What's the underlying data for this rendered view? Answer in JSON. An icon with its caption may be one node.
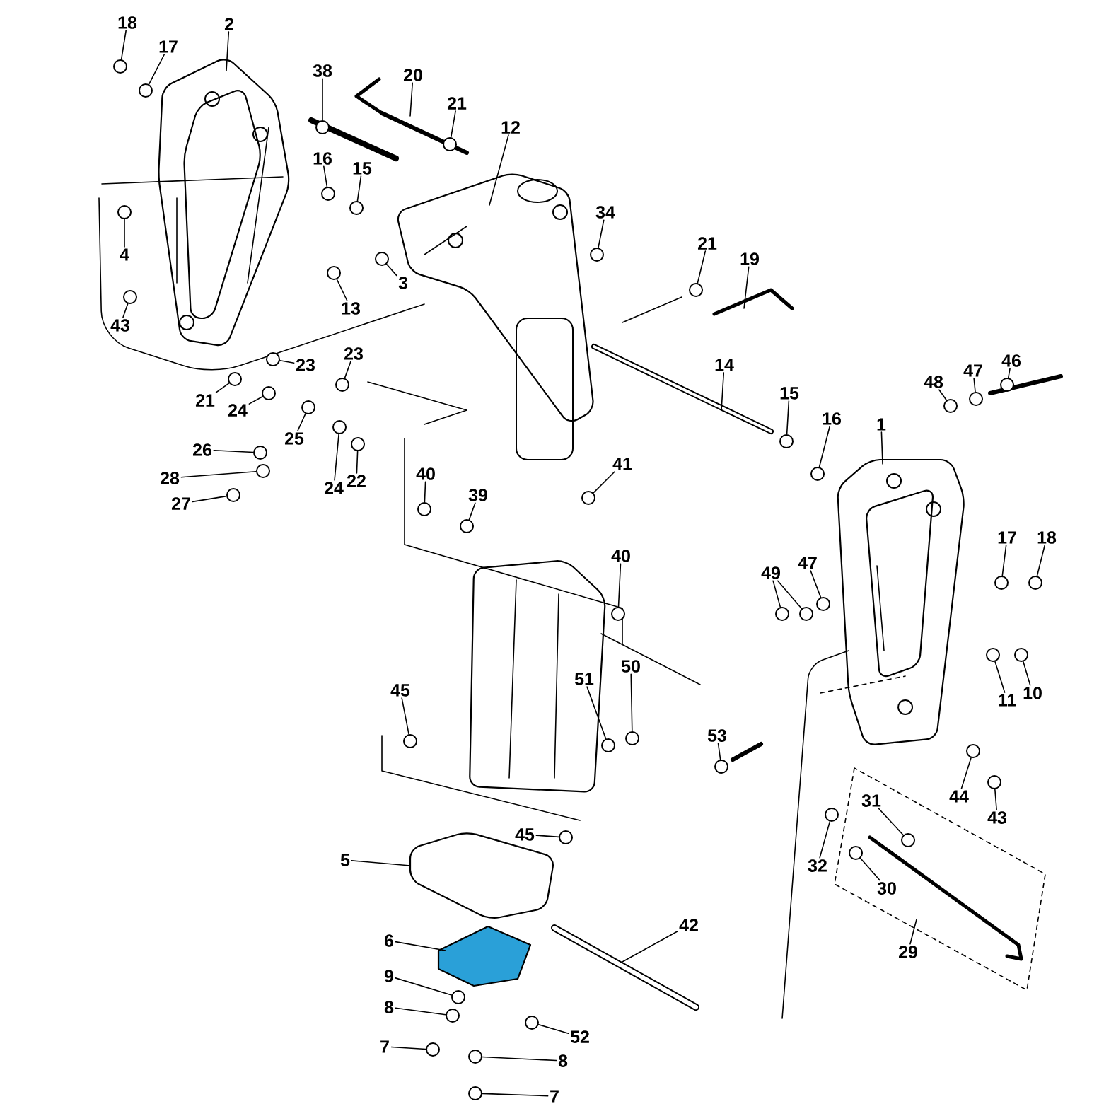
{
  "diagram": {
    "nodes": [
      {
        "text": [
          "18"
        ]
      },
      {
        "text": [
          "17"
        ]
      },
      {
        "text": [
          "2"
        ]
      },
      {
        "text": [
          "38"
        ]
      },
      {
        "text": [
          "20"
        ]
      },
      {
        "text": [
          "21"
        ]
      },
      {
        "text": [
          "12"
        ]
      },
      {
        "text": [
          "16"
        ]
      },
      {
        "text": [
          "15"
        ]
      },
      {
        "text": [
          "4"
        ]
      },
      {
        "text": [
          "43"
        ]
      },
      {
        "text": [
          "13"
        ]
      },
      {
        "text": [
          "3"
        ]
      },
      {
        "text": [
          "34"
        ]
      },
      {
        "text": [
          "21"
        ]
      },
      {
        "text": [
          "19"
        ]
      },
      {
        "text": [
          "23"
        ]
      },
      {
        "text": [
          "23"
        ]
      },
      {
        "text": [
          "21"
        ]
      },
      {
        "text": [
          "24"
        ]
      },
      {
        "text": [
          "25"
        ]
      },
      {
        "text": [
          "26"
        ]
      },
      {
        "text": [
          "28"
        ]
      },
      {
        "text": [
          "27"
        ]
      },
      {
        "text": [
          "24"
        ]
      },
      {
        "text": [
          "22"
        ]
      },
      {
        "text": [
          "14"
        ]
      },
      {
        "text": [
          "15"
        ]
      },
      {
        "text": [
          "16"
        ]
      },
      {
        "text": [
          "1"
        ]
      },
      {
        "text": [
          "48"
        ]
      },
      {
        "text": [
          "47"
        ]
      },
      {
        "text": [
          "46"
        ]
      },
      {
        "text": [
          "41"
        ]
      },
      {
        "text": [
          "40"
        ]
      },
      {
        "text": [
          "39"
        ]
      },
      {
        "text": [
          "40"
        ]
      },
      {
        "text": [
          "49"
        ]
      },
      {
        "text": [
          "47"
        ]
      },
      {
        "text": [
          "17"
        ]
      },
      {
        "text": [
          "18"
        ]
      },
      {
        "text": [
          "45"
        ]
      },
      {
        "text": [
          "51"
        ]
      },
      {
        "text": [
          "50"
        ]
      },
      {
        "text": [
          "53"
        ]
      },
      {
        "text": [
          "11"
        ]
      },
      {
        "text": [
          "10"
        ]
      },
      {
        "text": [
          "31"
        ]
      },
      {
        "text": [
          "44"
        ]
      },
      {
        "text": [
          "43"
        ]
      },
      {
        "text": [
          "32"
        ]
      },
      {
        "text": [
          "30"
        ]
      },
      {
        "text": [
          "29"
        ]
      },
      {
        "text": [
          "5"
        ]
      },
      {
        "text": [
          "45"
        ]
      },
      {
        "text": [
          "42"
        ]
      },
      {
        "text": [
          "6"
        ]
      },
      {
        "text": [
          "9"
        ]
      },
      {
        "text": [
          "8"
        ]
      },
      {
        "text": [
          "52"
        ]
      },
      {
        "text": [
          "7"
        ]
      },
      {
        "text": [
          "8"
        ]
      },
      {
        "text": [
          "7"
        ]
      },
      {
        "text": [],
        "shape": "circle"
      },
      {
        "text": [],
        "shape": "circle"
      },
      {
        "text": [],
        "shape": "circle"
      },
      {
        "text": [],
        "shape": "circle"
      },
      {
        "text": [],
        "shape": "circle"
      },
      {
        "text": [],
        "shape": "circle"
      },
      {
        "text": [],
        "shape": "circle"
      },
      {
        "text": [],
        "shape": "circle"
      },
      {
        "text": [],
        "shape": "circle"
      },
      {
        "text": [],
        "shape": "circle"
      },
      {
        "text": [],
        "shape": "circle"
      },
      {
        "text": [],
        "shape": "circle"
      },
      {
        "text": [],
        "shape": "circle"
      },
      {
        "text": [],
        "shape": "circle"
      },
      {
        "text": [],
        "shape": "circle"
      },
      {
        "text": [],
        "shape": "circle"
      },
      {
        "text": [],
        "shape": "circle"
      },
      {
        "text": [],
        "shape": "circle"
      },
      {
        "text": [],
        "shape": "circle"
      },
      {
        "text": [],
        "shape": "circle"
      },
      {
        "text": [],
        "shape": "circle"
      },
      {
        "text": [],
        "shape": "circle"
      },
      {
        "text": [],
        "shape": "circle"
      },
      {
        "text": [],
        "shape": "circle"
      },
      {
        "text": [],
        "shape": "circle"
      },
      {
        "text": [],
        "shape": "circle"
      },
      {
        "text": [],
        "shape": "circle"
      },
      {
        "text": [],
        "shape": "circle"
      },
      {
        "text": [],
        "shape": "circle"
      },
      {
        "text": [],
        "shape": "circle"
      },
      {
        "text": [],
        "shape": "circle"
      },
      {
        "text": [],
        "shape": "circle"
      },
      {
        "text": [],
        "shape": "circle"
      },
      {
        "text": [],
        "shape": "circle"
      },
      {
        "text": [],
        "shape": "circle"
      },
      {
        "text": [],
        "shape": "circle"
      },
      {
        "text": [],
        "shape": "circle"
      },
      {
        "text": [],
        "shape": "circle"
      },
      {
        "text": [],
        "shape": "circle"
      },
      {
        "text": [],
        "shape": "circle"
      },
      {
        "text": [],
        "shape": "circle"
      },
      {
        "text": [],
        "shape": "circle"
      },
      {
        "text": [],
        "shape": "circle"
      },
      {
        "text": [],
        "shape": "circle"
      },
      {
        "text": [],
        "shape": "circle"
      },
      {
        "text": [],
        "shape": "circle"
      },
      {
        "text": [],
        "shape": "circle"
      },
      {
        "text": [],
        "shape": "circle"
      },
      {
        "text": [],
        "shape": "circle"
      },
      {
        "text": [],
        "shape": "circle"
      },
      {
        "text": [],
        "shape": "circle"
      },
      {
        "text": [],
        "shape": "circle"
      },
      {
        "text": [],
        "shape": "circle"
      },
      {
        "text": [],
        "shape": "circle"
      }
    ],
    "edges": [
      {
        "from": 0,
        "to": 63,
        "arrow": "none"
      },
      {
        "from": 1,
        "to": 64,
        "arrow": "none"
      },
      {
        "from": 2,
        "to": null,
        "arrow": "none"
      },
      {
        "from": 3,
        "to": 65,
        "arrow": "none"
      },
      {
        "from": 4,
        "to": null,
        "arrow": "none"
      },
      {
        "from": 5,
        "to": 66,
        "arrow": "none"
      },
      {
        "from": 6,
        "to": null,
        "arrow": "none"
      },
      {
        "from": 7,
        "to": 67,
        "arrow": "none"
      },
      {
        "from": 8,
        "to": 68,
        "arrow": "none"
      },
      {
        "from": 9,
        "to": 69,
        "arrow": "none"
      },
      {
        "from": 10,
        "to": 70,
        "arrow": "none"
      },
      {
        "from": 11,
        "to": 71,
        "arrow": "none"
      },
      {
        "from": 12,
        "to": 72,
        "arrow": "none"
      },
      {
        "from": 13,
        "to": 73,
        "arrow": "none"
      },
      {
        "from": 14,
        "to": 74,
        "arrow": "none"
      },
      {
        "from": 15,
        "to": null,
        "arrow": "none"
      },
      {
        "from": 16,
        "to": 75,
        "arrow": "none"
      },
      {
        "from": 17,
        "to": 76,
        "arrow": "none"
      },
      {
        "from": 18,
        "to": 77,
        "arrow": "none"
      },
      {
        "from": 19,
        "to": 78,
        "arrow": "none"
      },
      {
        "from": 20,
        "to": 79,
        "arrow": "none"
      },
      {
        "from": 21,
        "to": 80,
        "arrow": "none"
      },
      {
        "from": 22,
        "to": 81,
        "arrow": "none"
      },
      {
        "from": 23,
        "to": 82,
        "arrow": "none"
      },
      {
        "from": 24,
        "to": 83,
        "arrow": "none"
      },
      {
        "from": 25,
        "to": 84,
        "arrow": "none"
      },
      {
        "from": 26,
        "to": null,
        "arrow": "none"
      },
      {
        "from": 27,
        "to": 85,
        "arrow": "none"
      },
      {
        "from": 28,
        "to": 86,
        "arrow": "none"
      },
      {
        "from": 29,
        "to": null,
        "arrow": "none"
      },
      {
        "from": 30,
        "to": 87,
        "arrow": "none"
      },
      {
        "from": 31,
        "to": 88,
        "arrow": "none"
      },
      {
        "from": 32,
        "to": 89,
        "arrow": "none"
      },
      {
        "from": 33,
        "to": 90,
        "arrow": "none"
      },
      {
        "from": 34,
        "to": 91,
        "arrow": "none"
      },
      {
        "from": 35,
        "to": 92,
        "arrow": "none"
      },
      {
        "from": 36,
        "to": 93,
        "arrow": "none"
      },
      {
        "from": 37,
        "to": 94,
        "arrow": "none"
      },
      {
        "from": 37,
        "to": 95,
        "arrow": "none"
      },
      {
        "from": 38,
        "to": 96,
        "arrow": "none"
      },
      {
        "from": 39,
        "to": 97,
        "arrow": "none"
      },
      {
        "from": 40,
        "to": 98,
        "arrow": "none"
      },
      {
        "from": 41,
        "to": 99,
        "arrow": "none"
      },
      {
        "from": 42,
        "to": 100,
        "arrow": "none"
      },
      {
        "from": 43,
        "to": 101,
        "arrow": "none"
      },
      {
        "from": 44,
        "to": 102,
        "arrow": "none"
      },
      {
        "from": 45,
        "to": 103,
        "arrow": "none"
      },
      {
        "from": 46,
        "to": 104,
        "arrow": "none"
      },
      {
        "from": 47,
        "to": 105,
        "arrow": "none"
      },
      {
        "from": 48,
        "to": 106,
        "arrow": "none"
      },
      {
        "from": 49,
        "to": 107,
        "arrow": "none"
      },
      {
        "from": 50,
        "to": 108,
        "arrow": "none"
      },
      {
        "from": 51,
        "to": 109,
        "arrow": "none"
      },
      {
        "from": 52,
        "to": null,
        "arrow": "none"
      },
      {
        "from": 53,
        "to": null,
        "arrow": "none"
      },
      {
        "from": 54,
        "to": 110,
        "arrow": "none"
      },
      {
        "from": 55,
        "to": null,
        "arrow": "none"
      },
      {
        "from": 56,
        "to": null,
        "arrow": "none"
      },
      {
        "from": 57,
        "to": 111,
        "arrow": "none"
      },
      {
        "from": 58,
        "to": 112,
        "arrow": "none"
      },
      {
        "from": 59,
        "to": 113,
        "arrow": "none"
      },
      {
        "from": 60,
        "to": 114,
        "arrow": "none"
      },
      {
        "from": 61,
        "to": 115,
        "arrow": "none"
      },
      {
        "from": 62,
        "to": 116,
        "arrow": "none"
      }
    ]
  }
}
